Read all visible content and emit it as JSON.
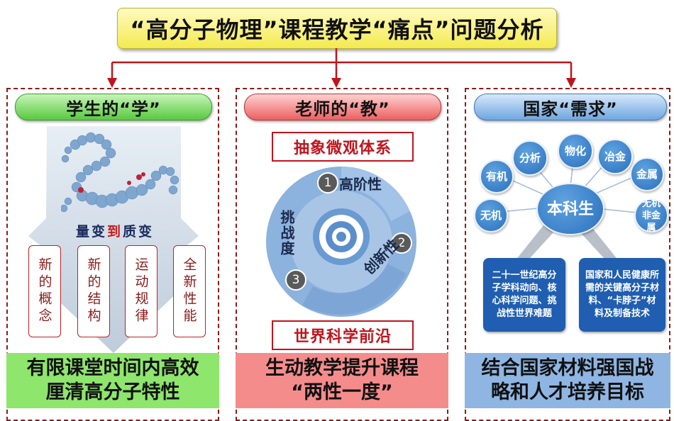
{
  "title": "“高分子物理”课程教学“痛点”问题分析",
  "colors": {
    "frame": "#8b1a1a",
    "connector": "#c0141c",
    "title_bg": "#f4ea50",
    "left_bottom": "#8ee66c",
    "mid_bottom": "#f58c8c",
    "right_bottom": "#8fb6e3"
  },
  "left": {
    "header": "学生的“学”",
    "image_icon": "polymer-chain-molecule",
    "caption_pre": "量变",
    "caption_em": "到",
    "caption_post": "质变",
    "items": [
      "新的概念",
      "新的结构",
      "运动规律",
      "全新性能"
    ],
    "bottom": "有限课堂时间内高效厘清高分子特性"
  },
  "middle": {
    "header": "老师的“教”",
    "top_label": "抽象微观体系",
    "bottom_label": "世界科学前沿",
    "ring_items": [
      {
        "num": "1",
        "label": "高阶性"
      },
      {
        "num": "2",
        "label": "创新性"
      },
      {
        "num": "3",
        "label": "挑战度"
      }
    ],
    "bottom_line1": "生动教学提升课程",
    "bottom_line2": "“两性一度”"
  },
  "right": {
    "header": "国家“需求”",
    "center": "本科生",
    "disciplines": [
      "有机",
      "分析",
      "物化",
      "冶金",
      "金属",
      "无机",
      "无机非金属"
    ],
    "box_left": "二十一世纪高分子学科动向、核心科学问题、挑战性世界难题",
    "box_right": "国家和人民健康所需的关键高分子材料、“卡脖子”材料及制备技术",
    "bottom": "结合国家材料强国战略和人才培养目标"
  }
}
